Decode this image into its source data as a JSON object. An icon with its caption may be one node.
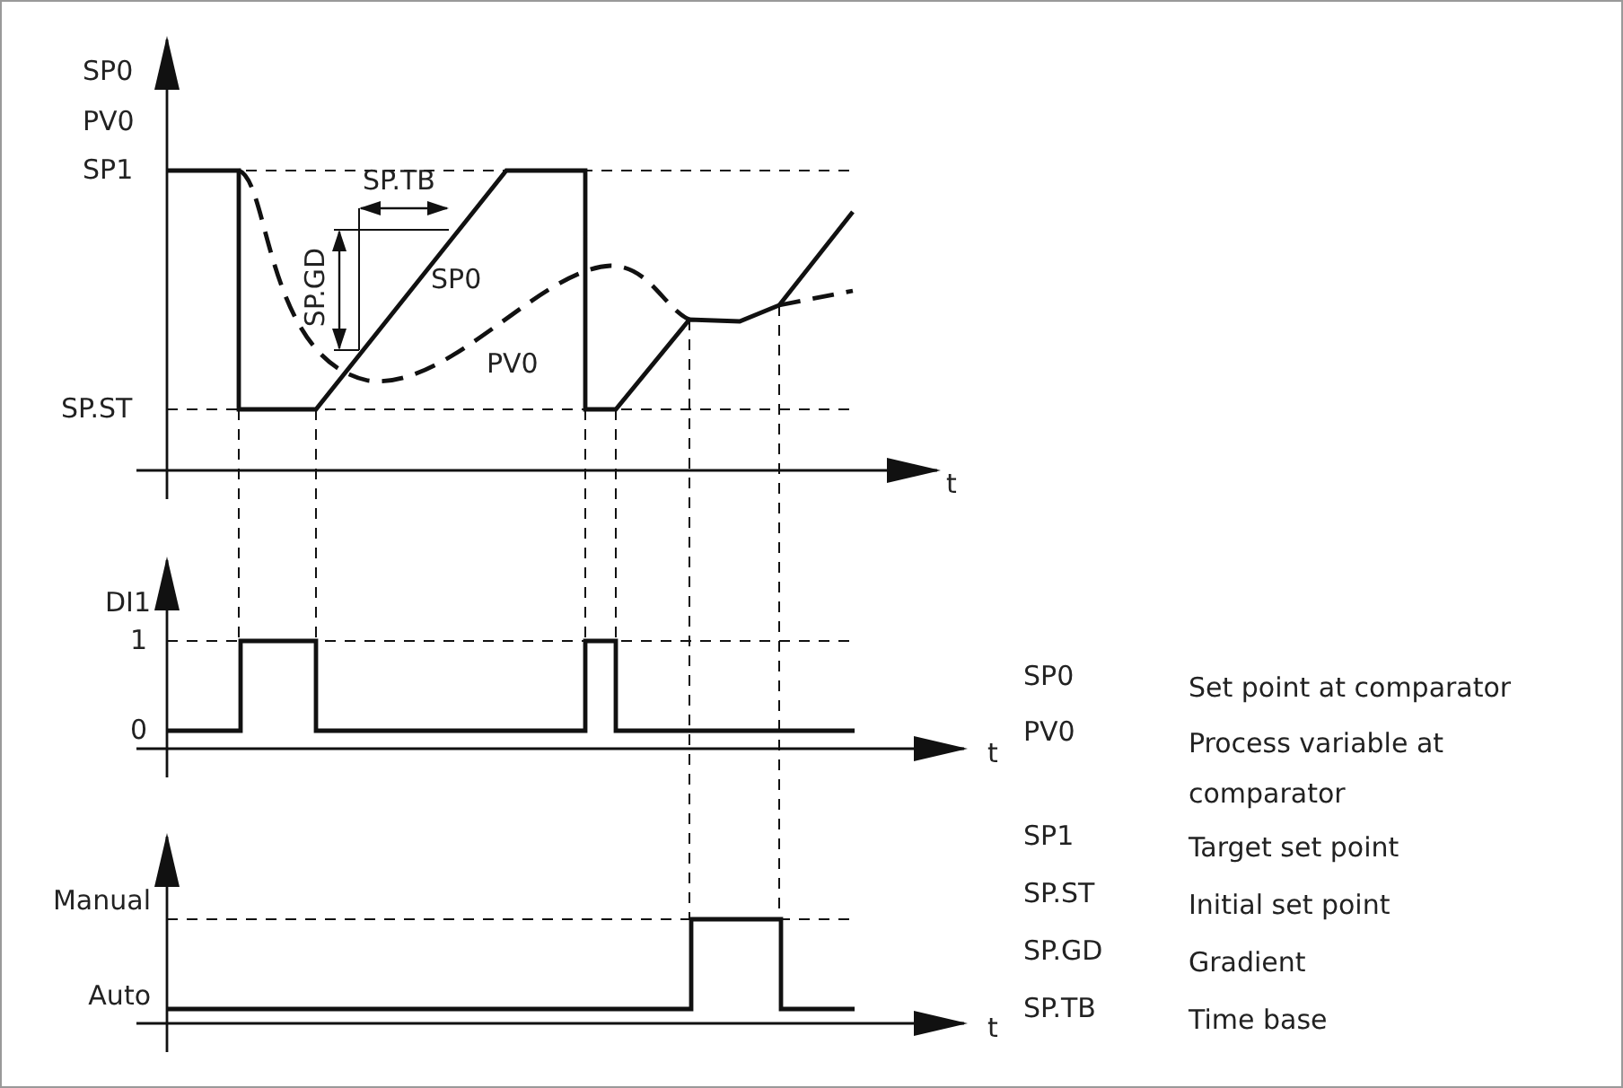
{
  "diagram": {
    "labels": [
      "SP0",
      "PV0",
      "SP1",
      "SP.TB",
      "SP.GD",
      "SP0",
      "PV0",
      "SP.ST",
      "t",
      "DI1",
      "1",
      "0",
      "t",
      "Manual",
      "Auto",
      "t",
      "SP0",
      "Set point at comparator",
      "PV0",
      "Process variable at comparator",
      "SP1",
      "Target set point",
      "SP.ST",
      "Initial set point",
      "SP.GD",
      "Gradient",
      "SP.TB",
      "Time base"
    ]
  }
}
